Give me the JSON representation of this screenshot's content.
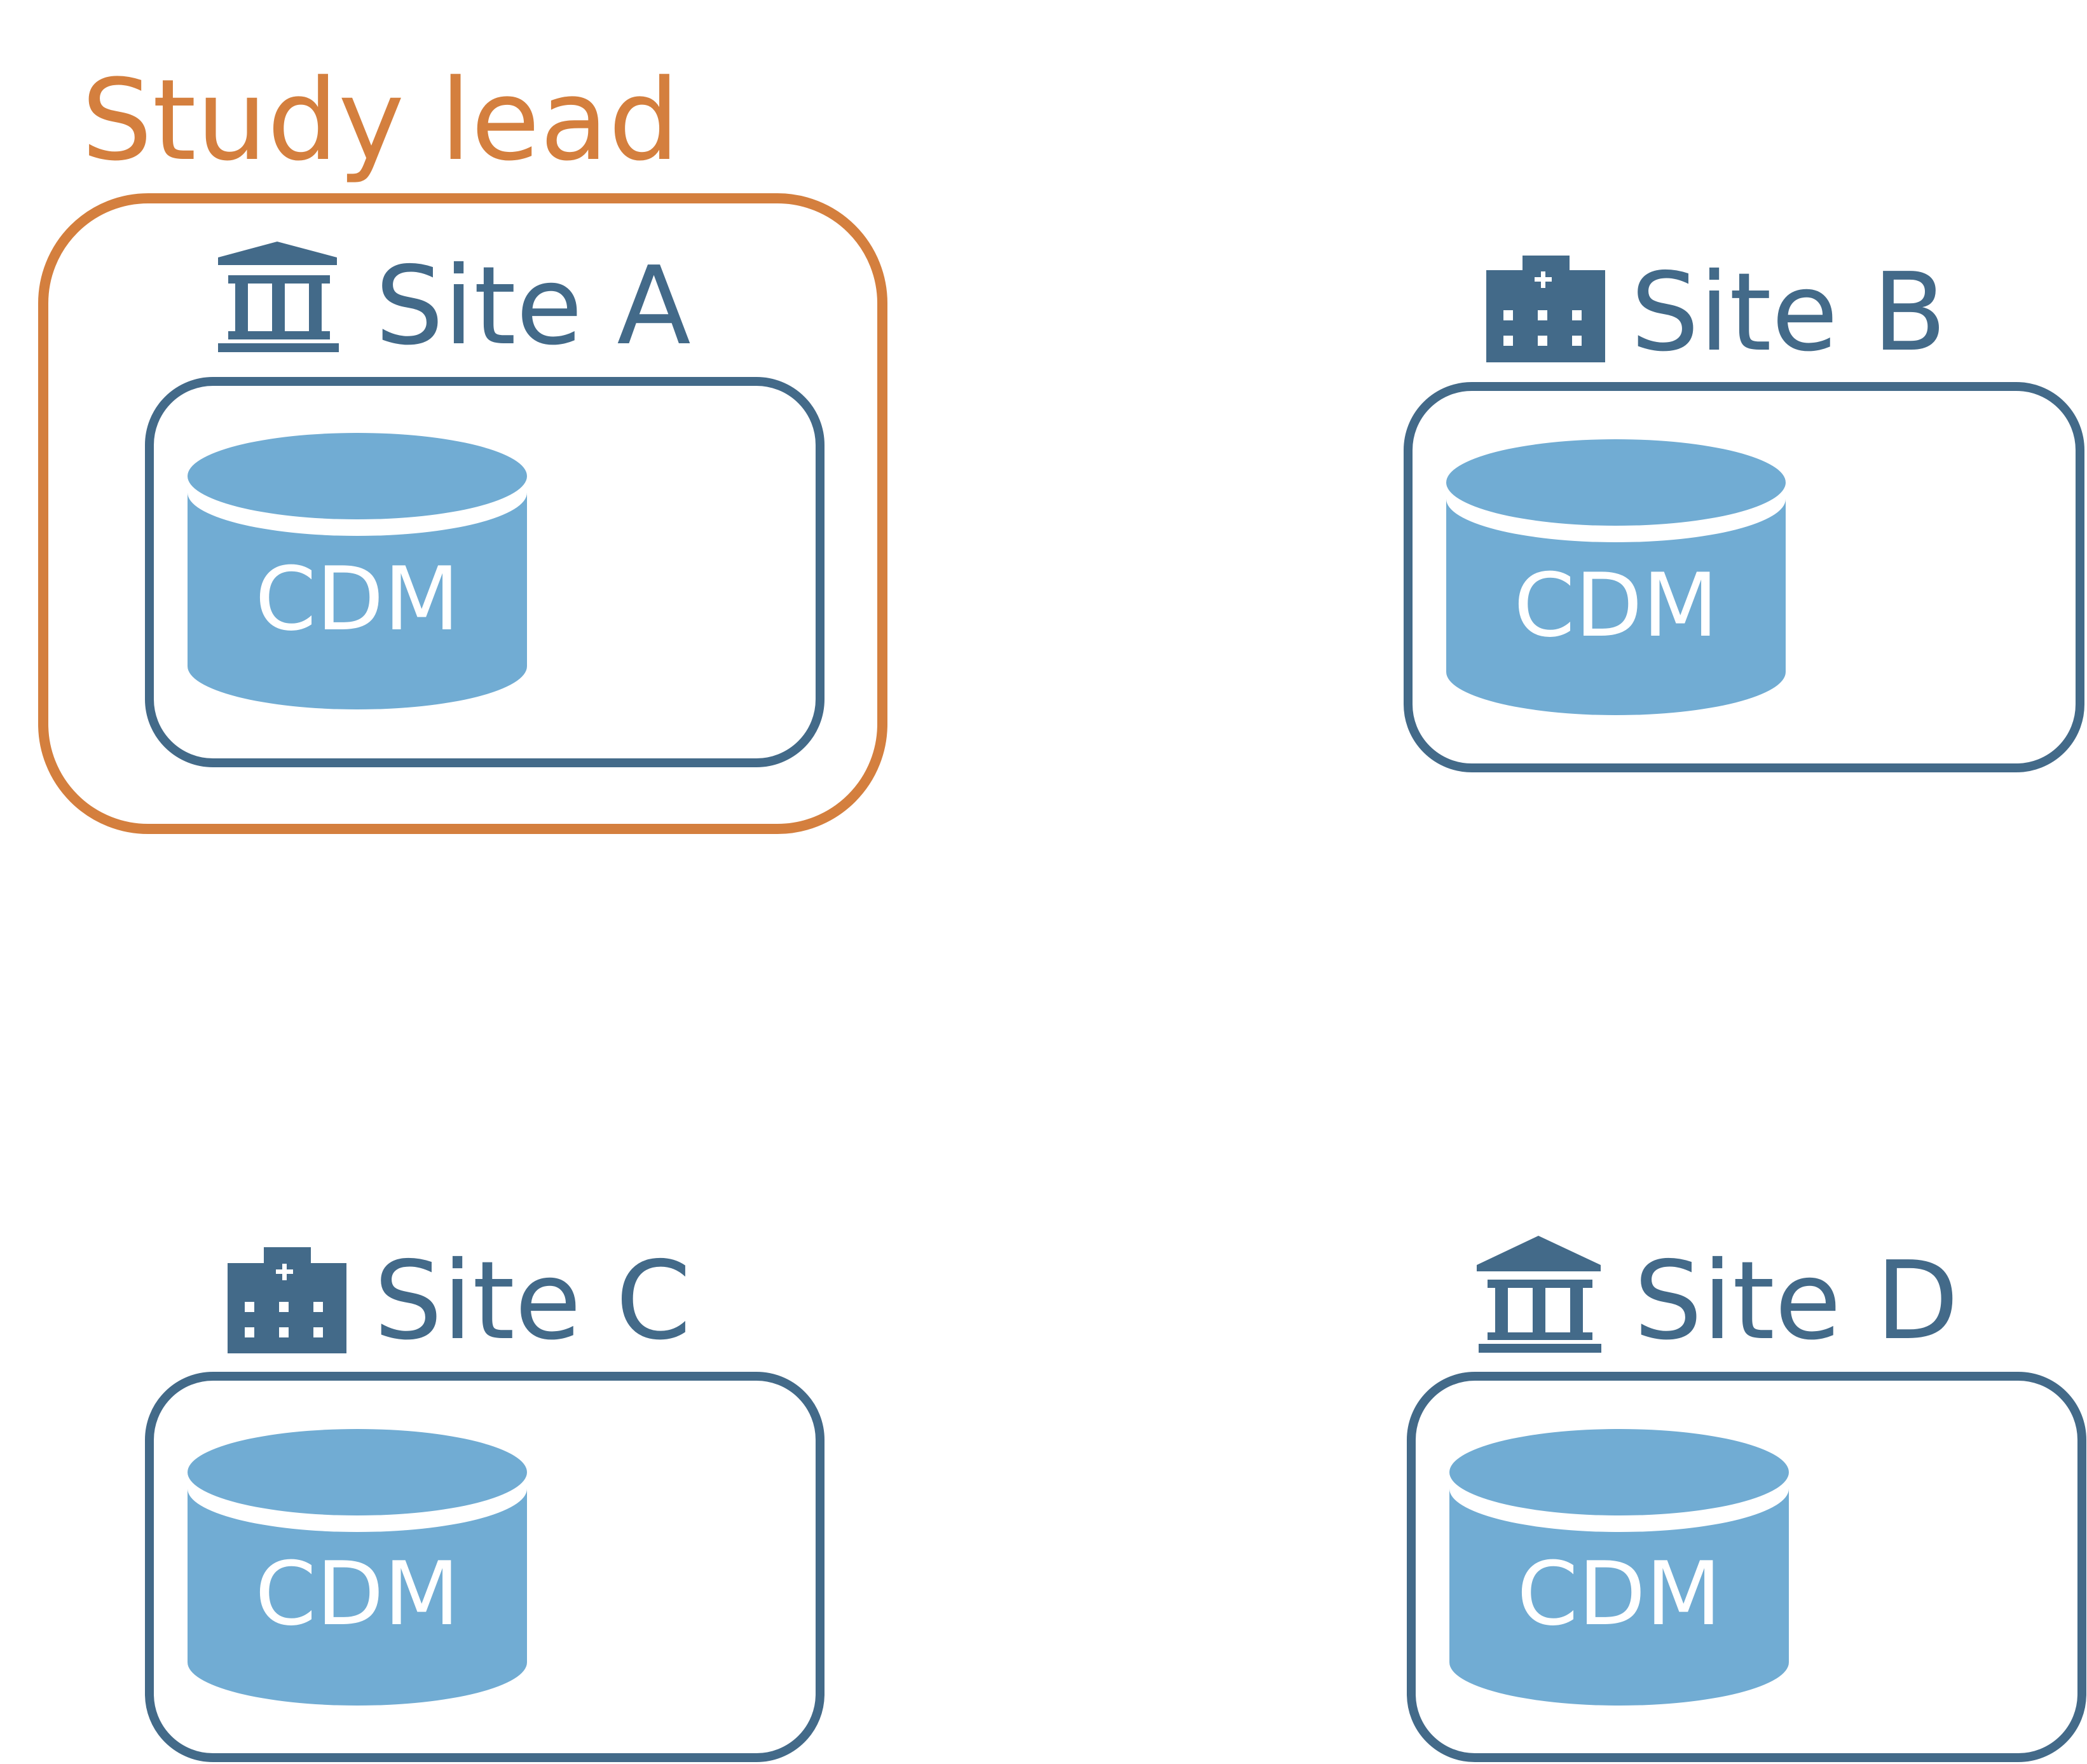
{
  "lead": {
    "label": "Study lead",
    "color": "#D47F3E"
  },
  "colors": {
    "site_frame": "#436A89",
    "database_fill": "#71ACD3",
    "database_text": "#ffffff",
    "background": "#ffffff"
  },
  "sites": [
    {
      "name": "Site A",
      "icon": "institution-icon",
      "database_label": "CDM",
      "is_lead": true
    },
    {
      "name": "Site B",
      "icon": "hospital-icon",
      "database_label": "CDM",
      "is_lead": false
    },
    {
      "name": "Site C",
      "icon": "hospital-icon",
      "database_label": "CDM",
      "is_lead": false
    },
    {
      "name": "Site D",
      "icon": "institution-icon",
      "database_label": "CDM",
      "is_lead": false
    }
  ]
}
